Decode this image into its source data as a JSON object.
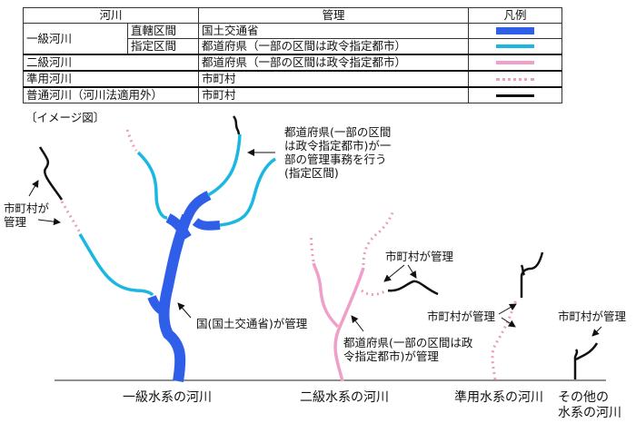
{
  "legend_table": {
    "headers": {
      "river": "河川",
      "management": "管理",
      "legend": "凡例"
    },
    "rows": [
      {
        "river": "一級河川",
        "section": "直轄区間",
        "management": "国土交通省",
        "legend_style": "thick-solid",
        "color": "#2f5fe8"
      },
      {
        "river": "一級河川",
        "section": "指定区間",
        "management": "都道府県（一部の区間は政令指定都市）",
        "legend_style": "solid",
        "color": "#1ab8e0"
      },
      {
        "river": "二級河川",
        "section": "",
        "management": "都道府県（一部の区間は政令指定都市）",
        "legend_style": "solid",
        "color": "#f0a0c8"
      },
      {
        "river": "準用河川",
        "section": "",
        "management": "市町村",
        "legend_style": "dotted",
        "color": "#e8a0c0"
      },
      {
        "river": "普通河川（河川法適用外）",
        "section": "",
        "management": "市町村",
        "legend_style": "solid-thin",
        "color": "#111111"
      }
    ]
  },
  "diagram": {
    "image_label": "〔イメージ図〕",
    "annotations": {
      "left_municipal": [
        "市町村が",
        "管理"
      ],
      "prefecture_designated": [
        "都道府県(一部の区間",
        "は政令指定都市)が一",
        "部の管理事務を行う",
        "(指定区間)"
      ],
      "national": "国(国土交通省)が管理",
      "second_class_municipal": "市町村が管理",
      "second_class_prefecture": [
        "都道府県(一部の区間は政",
        "令指定都市)が管理"
      ],
      "semi_municipal": "市町村が管理",
      "other_municipal": "市町村が管理"
    },
    "system_labels": {
      "first_class": "一級水系の河川",
      "second_class": "二級水系の河川",
      "semi": "準用水系の河川",
      "other": [
        "その他の",
        "水系の河川"
      ]
    }
  }
}
